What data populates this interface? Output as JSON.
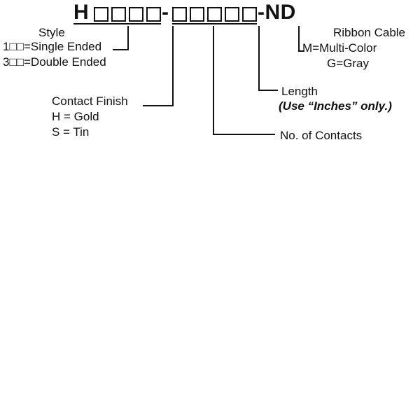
{
  "part_number": {
    "prefix": "H",
    "group1_box_count": 4,
    "separator": "-",
    "group2_box_count": 5,
    "suffix": "-ND"
  },
  "callouts": {
    "style": {
      "title": "Style",
      "options": [
        "1□□=Single Ended",
        "3□□=Double Ended"
      ]
    },
    "contact_finish": {
      "title": "Contact Finish",
      "options": [
        "H = Gold",
        "S = Tin"
      ]
    },
    "no_of_contacts": {
      "title": "No. of Contacts"
    },
    "length": {
      "title": "Length",
      "note": "(Use “Inches” only.)"
    },
    "ribbon_cable": {
      "title": "Ribbon Cable",
      "options": [
        "M=Multi-Color",
        "G=Gray"
      ]
    }
  },
  "colors": {
    "line": "#111111",
    "text": "#111111",
    "background": "#ffffff"
  }
}
